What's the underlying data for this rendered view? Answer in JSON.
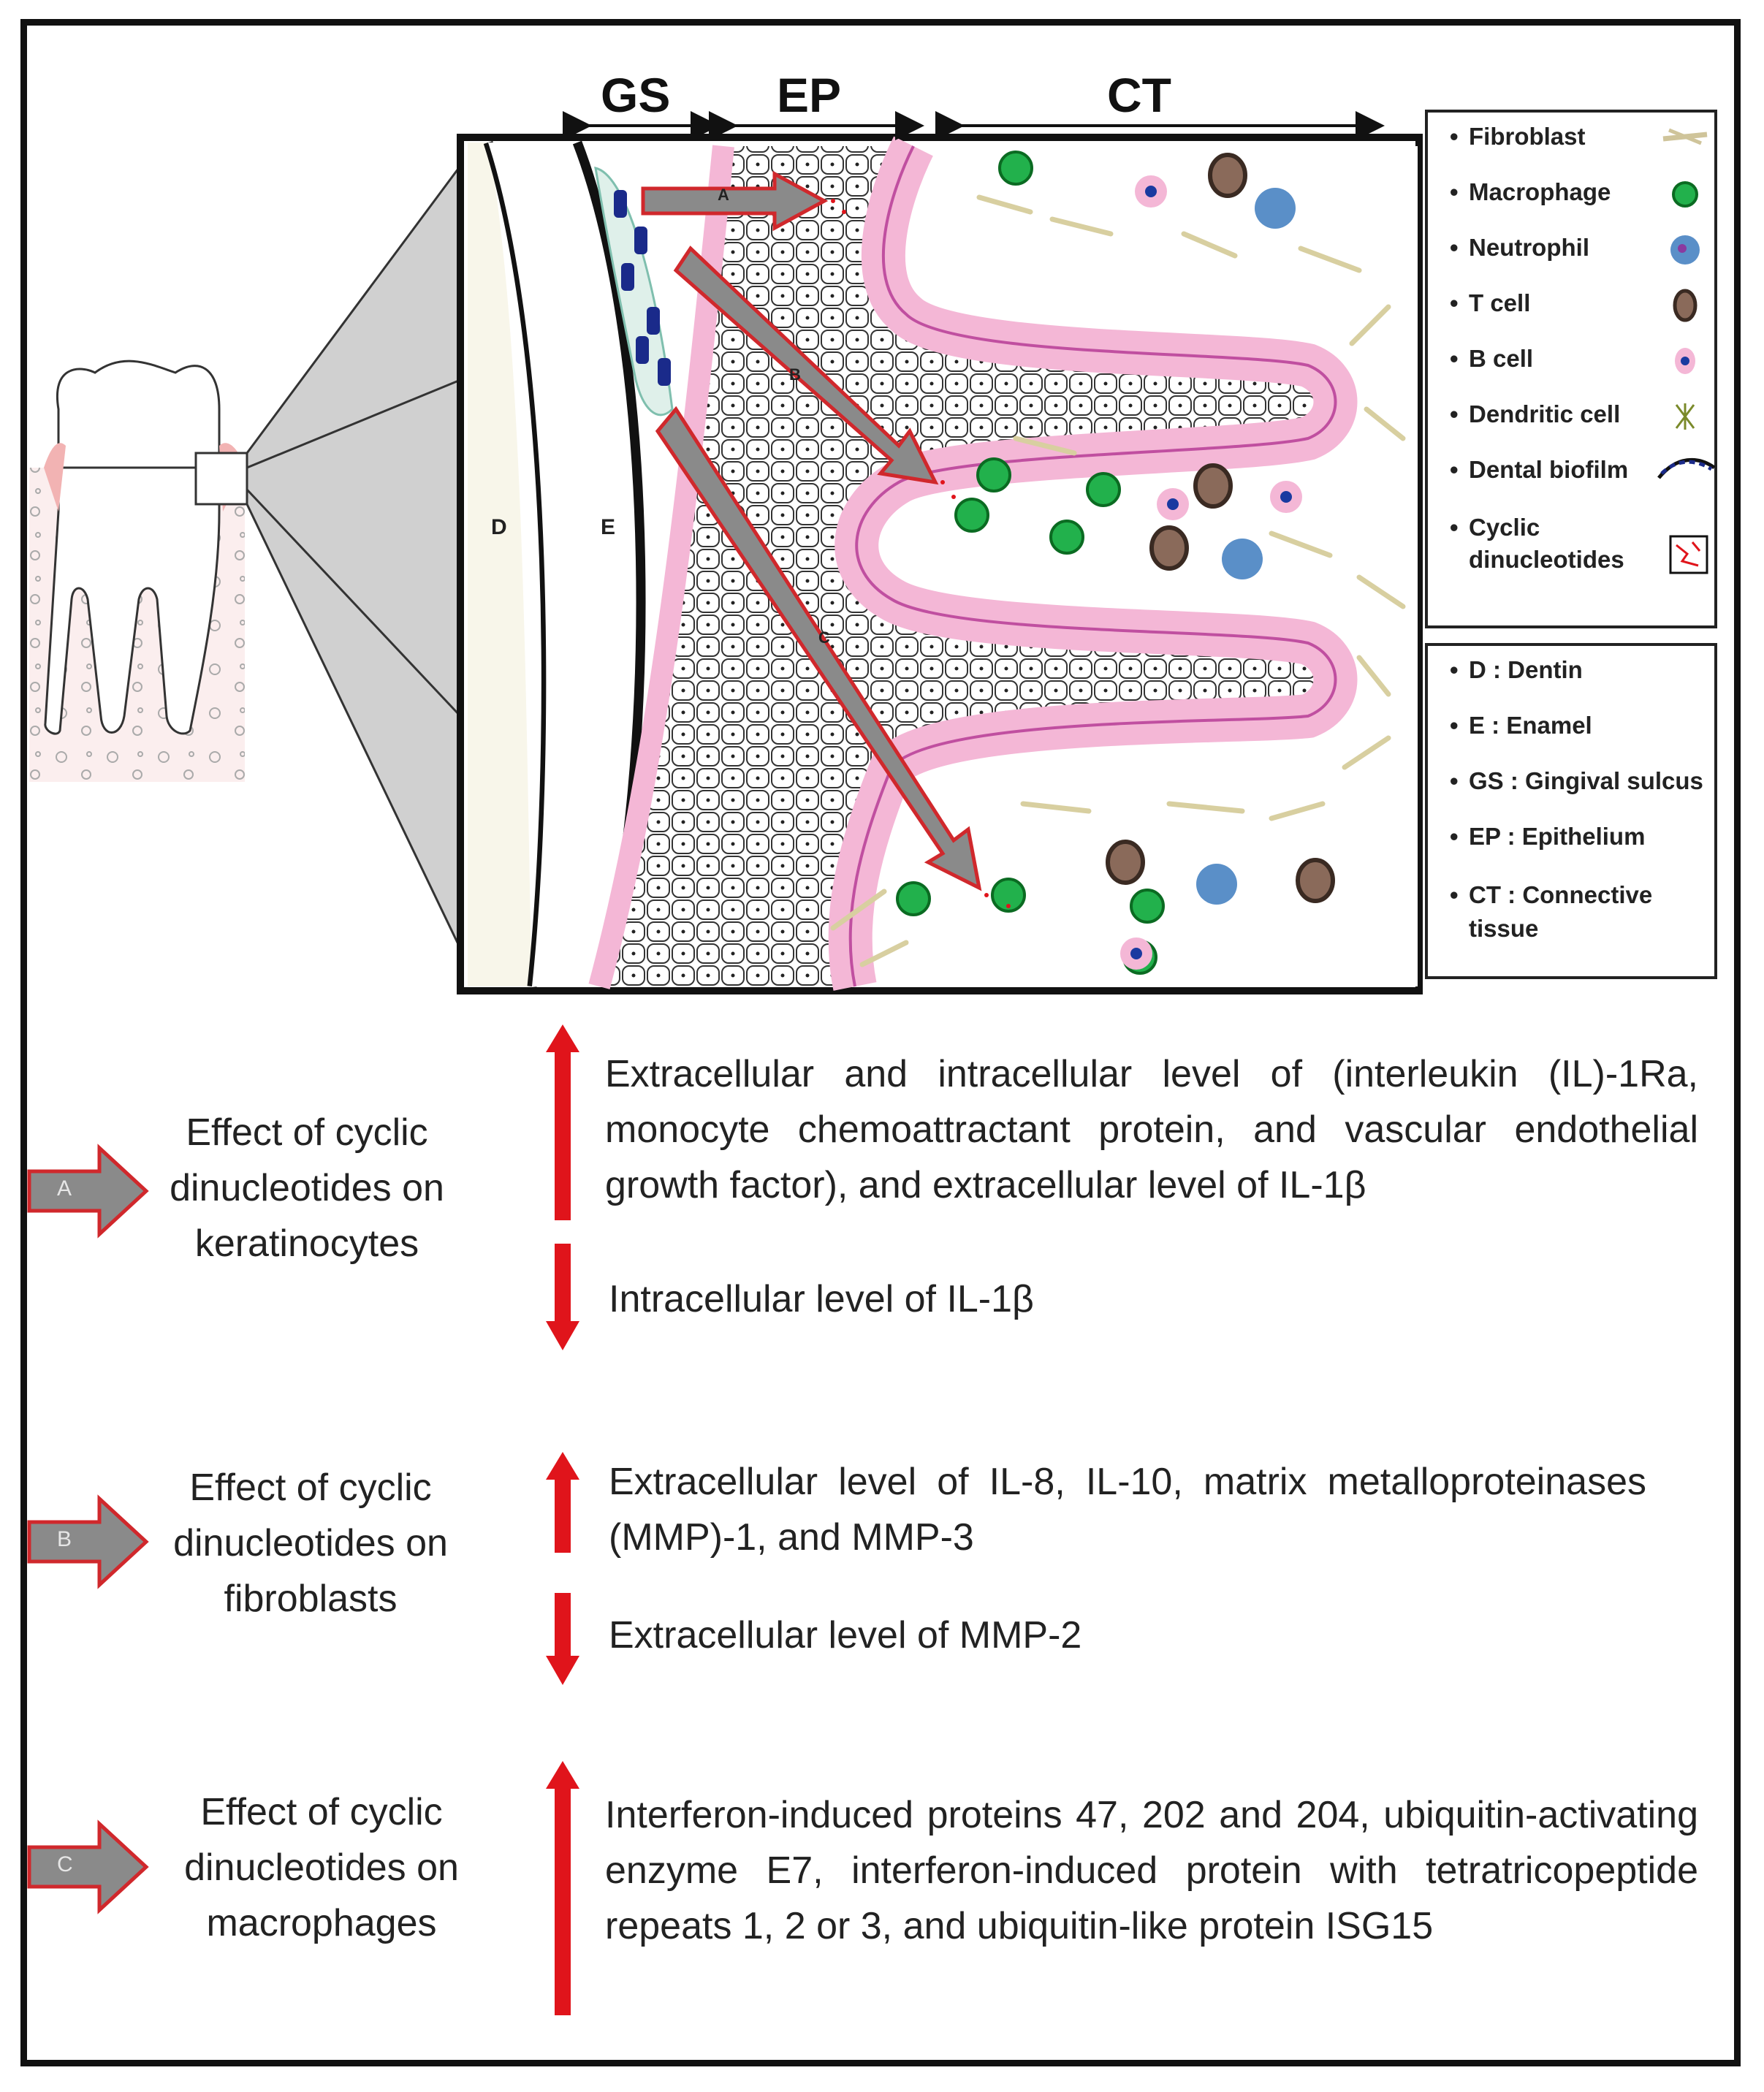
{
  "regions": {
    "gs": "GS",
    "ep": "EP",
    "ct": "CT"
  },
  "diagram_labels": {
    "dentin": "D",
    "enamel": "E",
    "path_a": "A",
    "path_b": "B",
    "path_c": "C"
  },
  "cell_legend": [
    {
      "label": "Fibroblast",
      "icon": "fibroblast-icon"
    },
    {
      "label": "Macrophage",
      "icon": "macrophage-icon"
    },
    {
      "label": "Neutrophil",
      "icon": "neutrophil-icon"
    },
    {
      "label": "T cell",
      "icon": "t-cell-icon"
    },
    {
      "label": "B cell",
      "icon": "b-cell-icon"
    },
    {
      "label": "Dendritic cell",
      "icon": "dendritic-cell-icon"
    },
    {
      "label": "Dental biofilm",
      "icon": "dental-biofilm-icon"
    },
    {
      "label": "Cyclic dinucleotides",
      "icon": "cyclic-dinucleotides-icon"
    }
  ],
  "abbrev_legend": [
    {
      "label": "D : Dentin"
    },
    {
      "label": "E : Enamel"
    },
    {
      "label": "GS : Gingival sulcus"
    },
    {
      "label": "EP : Epithelium"
    },
    {
      "label": "CT : Connective tissue"
    }
  ],
  "effects": [
    {
      "arrow_label": "A",
      "title": "Effect of cyclic dinucleotides on keratinocytes",
      "up": "Extracellular and intracellular level of (interleukin (IL)-1Ra, monocyte chemoattractant protein, and vascular endothelial growth factor), and extracellular level of  IL-1β",
      "down": "Intracellular level of IL-1β"
    },
    {
      "arrow_label": "B",
      "title": "Effect of cyclic dinucleotides on fibroblasts",
      "up": "Extracellular level of IL-8, IL-10, matrix metalloproteinases (MMP)-1, and MMP-3",
      "down": "Extracellular level of MMP-2"
    },
    {
      "arrow_label": "C",
      "title": "Effect of cyclic dinucleotides on macrophages",
      "up": "Interferon-induced proteins 47, 202 and 204,  ubiquitin-activating enzyme E7, interferon-induced protein with tetratricopeptide repeats 1, 2 or 3, and ubiquitin-like protein ISG15"
    }
  ],
  "colors": {
    "up_down_arrow": "#e0141b",
    "epithelium_pink": "#f4b7d6",
    "arrow_gray": "#7f7f7f",
    "arrow_outline": "#d0282c"
  }
}
